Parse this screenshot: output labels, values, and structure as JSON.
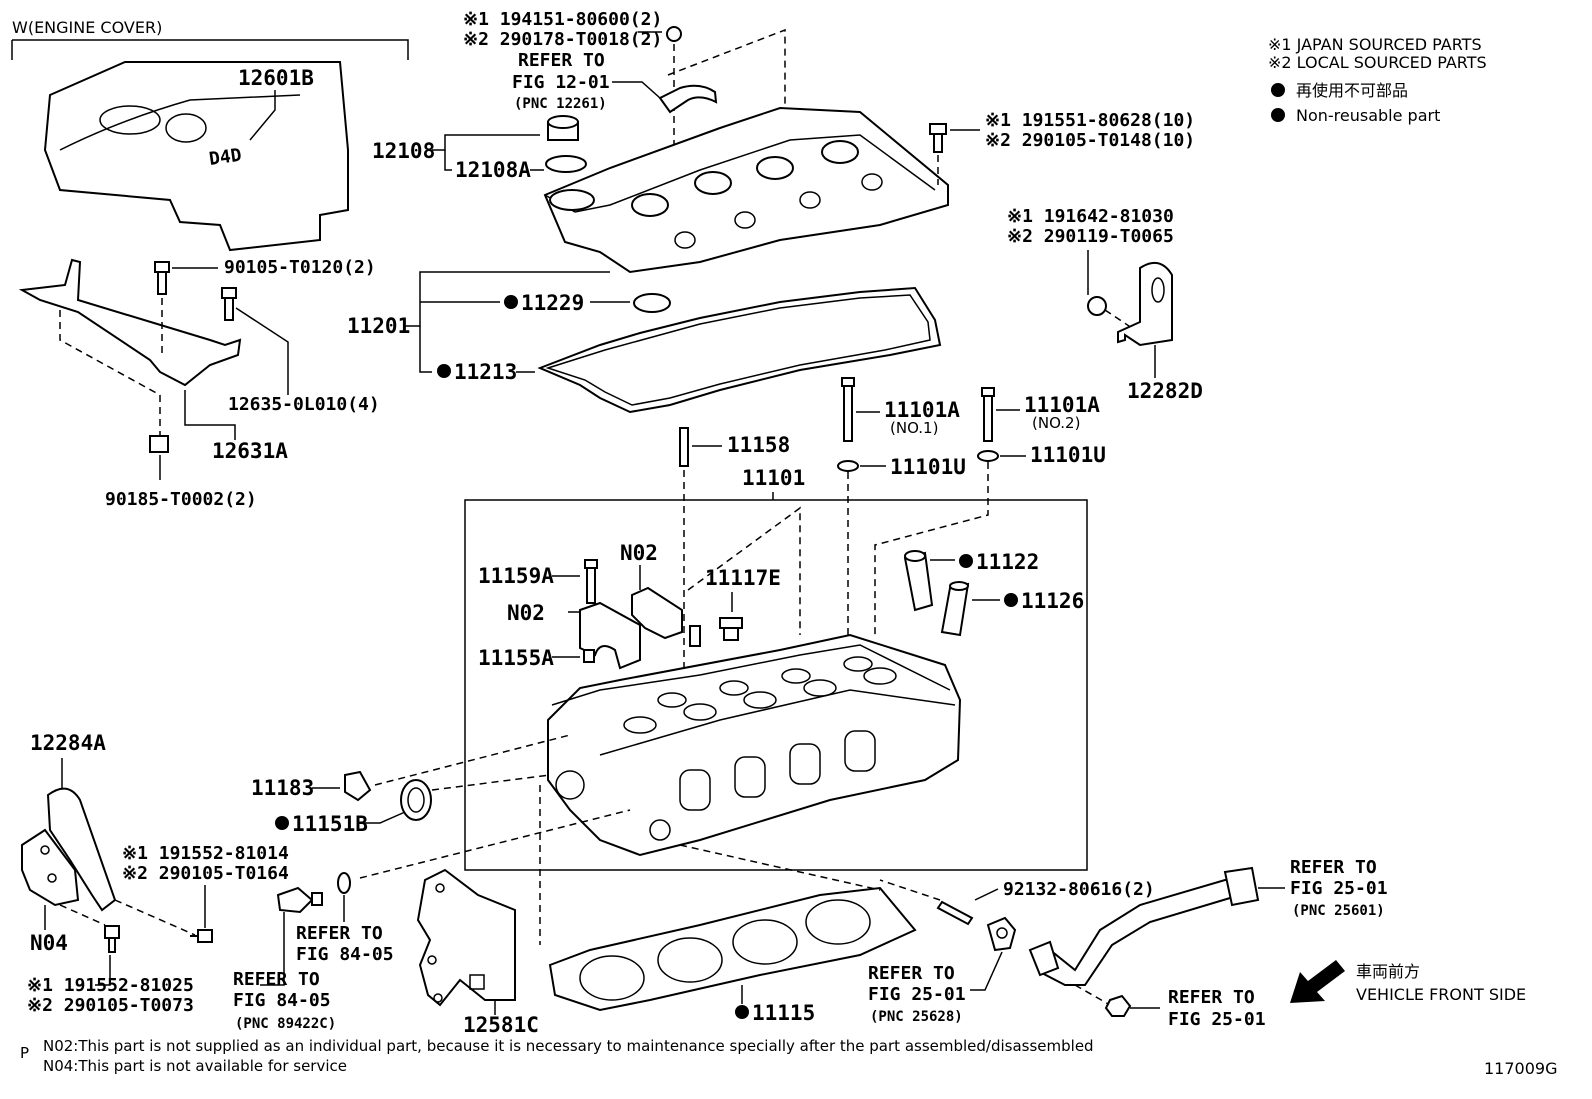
{
  "sections": {
    "engine_cover": "W(ENGINE COVER)"
  },
  "legend": {
    "japan_sourced": "※1 JAPAN SOURCED PARTS",
    "local_sourced": "※2 LOCAL SOURCED PARTS",
    "non_reusable_jp": "再使用不可部品",
    "non_reusable_en": "Non-reusable part"
  },
  "parts": {
    "p12601B": "12601B",
    "p12108": "12108",
    "p12108A": "12108A",
    "p194151": "※1 194151-80600(2)",
    "p290178": "※2 290178-T0018(2)",
    "p191551": "※1 191551-80628(10)",
    "p290105_T0148": "※2 290105-T0148(10)",
    "p191642": "※1 191642-81030",
    "p290119": "※2 290119-T0065",
    "p12282D": "12282D",
    "p90105": "90105-T0120(2)",
    "p12635": "12635-0L010(4)",
    "p12631A": "12631A",
    "p90185": "90185-T0002(2)",
    "p11201": "11201",
    "p11229": "11229",
    "p11213": "11213",
    "p11158": "11158",
    "p11101": "11101",
    "p11101A": "11101A",
    "p11101A_no1": "(NO.1)",
    "p11101A_no2": "(NO.2)",
    "p11101U": "11101U",
    "p11122": "11122",
    "p11126": "11126",
    "pN02": "N02",
    "p11117E": "11117E",
    "p11159A": "11159A",
    "p11155A": "11155A",
    "p12284A": "12284A",
    "p11183": "11183",
    "p11151B": "11151B",
    "p191552_81014": "※1 191552-81014",
    "p290105_T0164": "※2 290105-T0164",
    "pN04": "N04",
    "p191552_81025": "※1 191552-81025",
    "p290105_T0073": "※2 290105-T0073",
    "p12581C": "12581C",
    "p11115": "11115",
    "p92132": "92132-80616(2)"
  },
  "refs": {
    "refer_to": "REFER TO",
    "fig_12_01": "FIG 12-01",
    "pnc_12261": "(PNC 12261)",
    "fig_84_05": "FIG 84-05",
    "pnc_89422C": "(PNC 89422C)",
    "fig_25_01": "FIG 25-01",
    "pnc_25628": "(PNC 25628)",
    "pnc_25601": "(PNC 25601)"
  },
  "direction": {
    "jp": "車両前方",
    "en": "VEHICLE FRONT SIDE"
  },
  "footnotes": {
    "prefix": "P",
    "n02": "N02:This part is not supplied as an individual part, because it is necessary to maintenance specially after the part assembled/disassembled",
    "n04": "N04:This part is not available for service"
  },
  "figure_id": "117009G"
}
